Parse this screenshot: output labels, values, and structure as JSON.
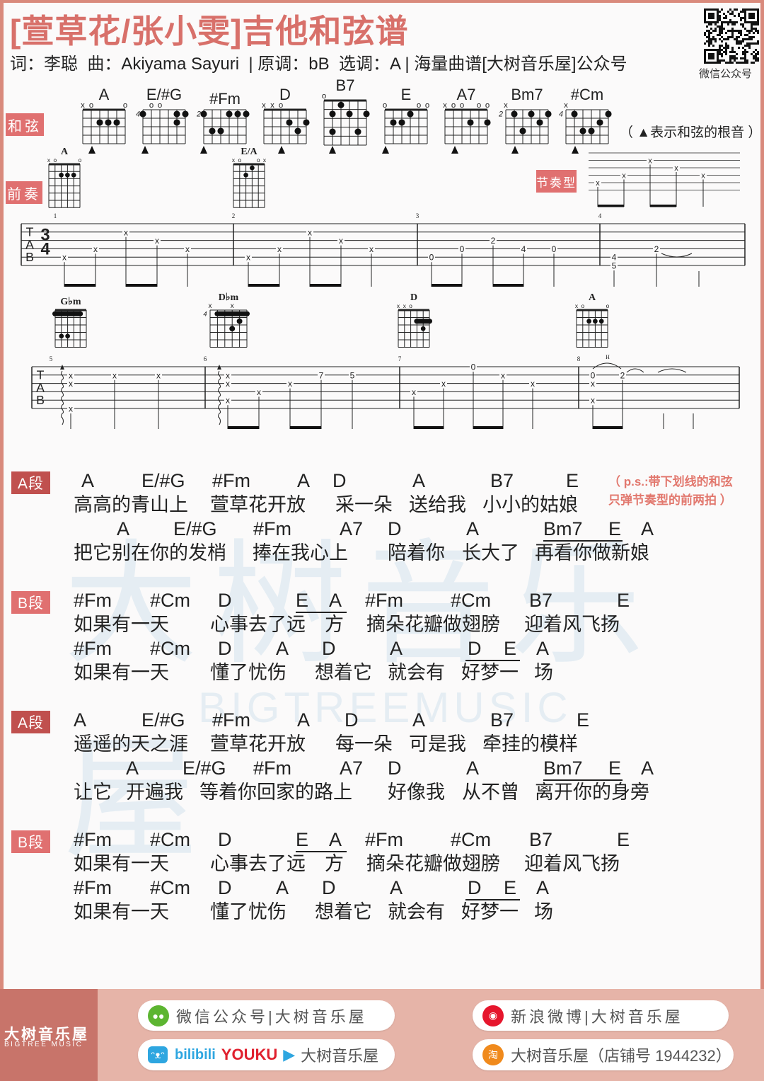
{
  "header": {
    "title": "[萱草花/张小雯]吉他和弦谱",
    "subtitle": "词：李聪  曲：Akiyama Sayuri  | 原调：bB  选调：A | 海量曲谱[大树音乐屋]公众号",
    "qr_label": "微信公众号"
  },
  "labels": {
    "chords": "和弦",
    "intro": "前奏",
    "rhythm": "节奏型",
    "root_note": "（ ▲表示和弦的根音 ）",
    "ps": "（ p.s.:带下划线的和弦\n只弹节奏型的前两拍 ）"
  },
  "chord_row": [
    {
      "name": "A",
      "base": "",
      "marks": [
        "x",
        "o",
        "",
        "",
        "",
        "o"
      ],
      "dots": [
        [
          4,
          2
        ],
        [
          3,
          2
        ],
        [
          2,
          2
        ]
      ],
      "barre": null
    },
    {
      "name": "E/#G",
      "base": "4",
      "marks": [
        "",
        "o",
        "o",
        "",
        "",
        ""
      ],
      "dots": [
        [
          6,
          1
        ],
        [
          2,
          1
        ],
        [
          1,
          1
        ],
        [
          2,
          2
        ]
      ],
      "barre": null
    },
    {
      "name": "#Fm",
      "base": "2",
      "marks": [
        "",
        "",
        "",
        "",
        "",
        ""
      ],
      "dots": [
        [
          6,
          1
        ],
        [
          3,
          1
        ],
        [
          2,
          1
        ],
        [
          1,
          1
        ],
        [
          5,
          3
        ],
        [
          4,
          3
        ]
      ],
      "barre": null
    },
    {
      "name": "D",
      "base": "",
      "marks": [
        "x",
        "x",
        "o",
        "",
        "",
        ""
      ],
      "dots": [
        [
          3,
          2
        ],
        [
          1,
          2
        ],
        [
          2,
          3
        ]
      ],
      "barre": null
    },
    {
      "name": "B7",
      "base": "",
      "marks": [
        "o",
        "",
        "",
        "",
        "",
        ""
      ],
      "dots": [
        [
          5,
          2
        ],
        [
          3,
          2
        ],
        [
          1,
          2
        ],
        [
          4,
          1
        ],
        [
          5,
          4
        ],
        [
          2,
          4
        ]
      ],
      "barre": null
    },
    {
      "name": "E",
      "base": "",
      "marks": [
        "o",
        "",
        "",
        "",
        "o",
        "o"
      ],
      "dots": [
        [
          5,
          2
        ],
        [
          4,
          2
        ],
        [
          3,
          1
        ]
      ],
      "barre": null
    },
    {
      "name": "A7",
      "base": "",
      "marks": [
        "x",
        "o",
        "o",
        "",
        "o",
        "o"
      ],
      "dots": [
        [
          3,
          2
        ],
        [
          1,
          2
        ]
      ],
      "barre": null
    },
    {
      "name": "Bm7",
      "base": "2",
      "marks": [
        "x",
        "",
        "",
        "",
        "",
        ""
      ],
      "dots": [
        [
          5,
          1
        ],
        [
          3,
          1
        ],
        [
          1,
          1
        ],
        [
          2,
          2
        ],
        [
          4,
          3
        ]
      ],
      "barre": null
    },
    {
      "name": "#Cm",
      "base": "4",
      "marks": [
        "x",
        "",
        "",
        "",
        "",
        ""
      ],
      "dots": [
        [
          5,
          1
        ],
        [
          1,
          1
        ],
        [
          2,
          2
        ],
        [
          4,
          3
        ],
        [
          3,
          3
        ]
      ],
      "barre": null
    }
  ],
  "intro_chords": [
    {
      "name": "A",
      "base": "",
      "marks": [
        "x",
        "o",
        "",
        "",
        "",
        "o"
      ],
      "dots": [
        [
          4,
          2
        ],
        [
          3,
          2
        ],
        [
          2,
          2
        ]
      ],
      "barre": null
    },
    {
      "name": "E/A",
      "base": "",
      "marks": [
        "x",
        "o",
        "",
        "",
        "o",
        "x"
      ],
      "dots": [
        [
          3,
          1
        ],
        [
          4,
          2
        ]
      ],
      "barre": null
    },
    {
      "name": "G♭m",
      "base": "",
      "marks": [
        "",
        "",
        "",
        "",
        "",
        ""
      ],
      "dots": [
        [
          5,
          4
        ],
        [
          4,
          4
        ]
      ],
      "barre": [
        2,
        6,
        1
      ]
    },
    {
      "name": "D♭m",
      "base": "4",
      "marks": [
        "x",
        "",
        "",
        "x",
        "",
        ""
      ],
      "dots": [
        [
          2,
          2
        ],
        [
          3,
          3
        ]
      ],
      "barre": [
        1,
        5,
        1
      ]
    },
    {
      "name": "D",
      "base": "",
      "marks": [
        "x",
        "x",
        "o",
        "",
        "",
        ""
      ],
      "dots": [
        [
          2,
          3
        ]
      ],
      "barre": [
        1,
        3,
        2
      ]
    },
    {
      "name": "A",
      "base": "",
      "marks": [
        "x",
        "o",
        "",
        "",
        "",
        "o"
      ],
      "dots": [
        [
          4,
          2
        ],
        [
          3,
          2
        ],
        [
          2,
          2
        ]
      ],
      "barre": null
    }
  ],
  "tab": [
    {
      "clef": [
        "T",
        "A",
        "B"
      ],
      "time": [
        "3",
        "4"
      ],
      "measures": [
        "1",
        "2",
        "3",
        "4"
      ],
      "columns": [
        [
          [
            5,
            "x"
          ]
        ],
        [
          [
            4,
            "x"
          ]
        ],
        [
          [
            2,
            "x"
          ]
        ],
        [
          [
            3,
            "x"
          ]
        ],
        [
          [
            4,
            "x"
          ]
        ],
        [
          [
            5,
            "x"
          ]
        ],
        [
          [
            4,
            "x"
          ]
        ],
        [
          [
            2,
            "x"
          ]
        ],
        [
          [
            3,
            "x"
          ]
        ],
        [
          [
            4,
            "x"
          ]
        ],
        [
          [
            5,
            "0"
          ]
        ],
        [
          [
            4,
            "0"
          ]
        ],
        [
          [
            3,
            "2"
          ]
        ],
        [
          [
            4,
            "4"
          ]
        ],
        [
          [
            4,
            "0"
          ]
        ],
        [
          [
            5,
            "4"
          ],
          [
            6,
            "5"
          ]
        ],
        [
          [
            4,
            "2"
          ]
        ]
      ]
    },
    {
      "clef": [
        "T",
        "A",
        "B"
      ],
      "measures": [
        "5",
        "6",
        "7",
        "8"
      ],
      "technique": "H",
      "columns": [
        [
          [
            2,
            "x"
          ],
          [
            3,
            "x"
          ],
          [
            6,
            "x"
          ]
        ],
        [
          [
            2,
            "x"
          ]
        ],
        [
          [
            2,
            "x"
          ]
        ],
        [
          [
            2,
            "x"
          ],
          [
            3,
            "x"
          ],
          [
            5,
            "x"
          ]
        ],
        [
          [
            4,
            "x"
          ]
        ],
        [
          [
            3,
            "x"
          ]
        ],
        [
          [
            2,
            "7"
          ]
        ],
        [
          [
            2,
            "5"
          ]
        ],
        [
          [
            4,
            "x"
          ]
        ],
        [
          [
            3,
            "x"
          ]
        ],
        [
          [
            1,
            "0"
          ]
        ],
        [
          [
            2,
            "x"
          ]
        ],
        [
          [
            3,
            "x"
          ]
        ],
        [
          [
            2,
            "0"
          ],
          [
            3,
            "x"
          ],
          [
            5,
            "x"
          ]
        ],
        [
          [
            2,
            "2"
          ]
        ]
      ]
    }
  ],
  "rhythm_pattern": [
    [
      5,
      "x"
    ],
    [
      4,
      "x"
    ],
    [
      2,
      "x"
    ],
    [
      3,
      "x"
    ],
    [
      4,
      "x"
    ]
  ],
  "sections": [
    {
      "label": "A段",
      "lines": [
        {
          "chords": [
            "A",
            "E/#G",
            "#Fm",
            "A",
            "D",
            "A",
            "B7",
            "E"
          ],
          "lyrics": [
            "高高的青山上",
            "萱草花开放",
            "采一朵",
            "送给我",
            "小小的姑娘"
          ]
        },
        {
          "chords": [
            "A",
            "E/#G",
            "#Fm",
            "A7",
            "D",
            "A",
            "Bm7",
            "E",
            "A"
          ],
          "lyrics": [
            "把它别在你的发梢",
            "捧在我心上",
            "陪着你",
            "长大了",
            "再看你做新娘"
          ]
        }
      ]
    },
    {
      "label": "B段",
      "lines": [
        {
          "chords": [
            "#Fm",
            "#Cm",
            "D",
            "E",
            "A",
            "#Fm",
            "#Cm",
            "B7",
            "E"
          ],
          "lyrics": [
            "如果有一天",
            "心事去了远",
            "方",
            "摘朵花瓣做翅膀",
            "迎着风飞扬"
          ]
        },
        {
          "chords": [
            "#Fm",
            "#Cm",
            "D",
            "A",
            "D",
            "A",
            "D",
            "E",
            "A"
          ],
          "lyrics": [
            "如果有一天",
            "懂了忧伤",
            "想着它",
            "就会有",
            "好梦一",
            "场"
          ]
        }
      ]
    },
    {
      "label": "A段",
      "lines": [
        {
          "chords": [
            "A",
            "E/#G",
            "#Fm",
            "A",
            "D",
            "A",
            "B7",
            "E"
          ],
          "lyrics": [
            "遥遥的天之涯",
            "萱草花开放",
            "每一朵",
            "可是我",
            "牵挂的模样"
          ]
        },
        {
          "chords": [
            "A",
            "E/#G",
            "#Fm",
            "A7",
            "D",
            "A",
            "Bm7",
            "E",
            "A"
          ],
          "lyrics": [
            "让它",
            "开遍我",
            "等着你回家的路上",
            "好像我",
            "从不曾",
            "离开你的身旁"
          ]
        }
      ]
    },
    {
      "label": "B段",
      "lines": [
        {
          "chords": [
            "#Fm",
            "#Cm",
            "D",
            "E",
            "A",
            "#Fm",
            "#Cm",
            "B7",
            "E"
          ],
          "lyrics": [
            "如果有一天",
            "心事去了远",
            "方",
            "摘朵花瓣做翅膀",
            "迎着风飞扬"
          ]
        },
        {
          "chords": [
            "#Fm",
            "#Cm",
            "D",
            "A",
            "D",
            "A",
            "D",
            "E",
            "A"
          ],
          "lyrics": [
            "如果有一天",
            "懂了忧伤",
            "想着它",
            "就会有",
            "好梦一",
            "场"
          ]
        }
      ]
    }
  ],
  "watermark": {
    "main": "大树音乐屋",
    "sub": "BIGTREEMUSIC"
  },
  "footer": {
    "brand": "大树音乐屋",
    "brand_sub": "BIGTREE MUSIC",
    "wechat": "微信公众号|大树音乐屋",
    "weibo": "新浪微博|大树音乐屋",
    "video_bilibili": "bilibili",
    "video_youku": "YOUKU",
    "video_name": "大树音乐屋",
    "taobao": "大树音乐屋（店铺号 1944232）",
    "taobao_icon": "淘"
  },
  "colors": {
    "accent": "#d8706a",
    "tag": "#e07070",
    "tag_dark": "#c0504e",
    "footer": "#e6b4a8"
  }
}
